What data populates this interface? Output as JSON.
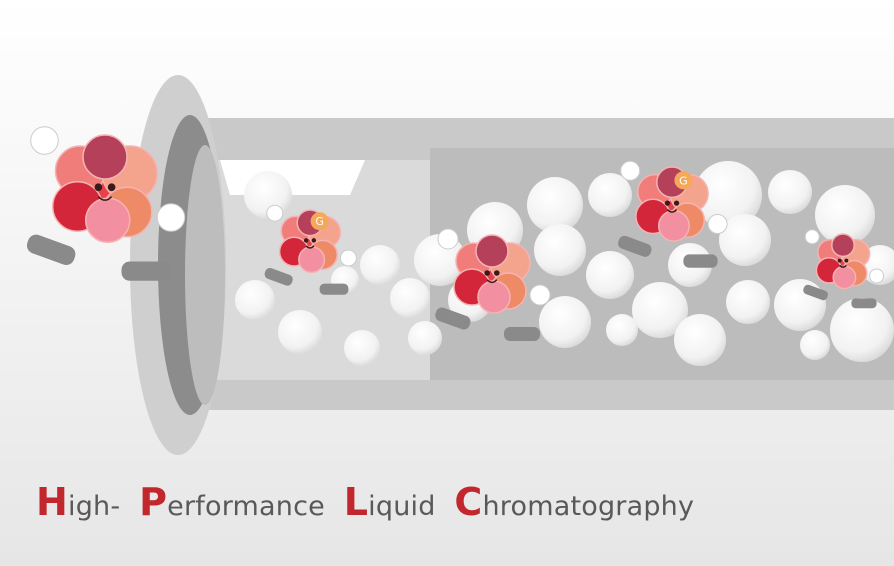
{
  "title": {
    "words": [
      {
        "initial": "H",
        "rest": "igh-"
      },
      {
        "initial": "P",
        "rest": "erformance"
      },
      {
        "initial": "L",
        "rest": "iquid"
      },
      {
        "initial": "C",
        "rest": "hromatography"
      }
    ]
  },
  "badges": [
    "G",
    "G"
  ],
  "colors": {
    "accent": "#c1272d",
    "text": "#58595b",
    "badge": "#f5a85a"
  }
}
